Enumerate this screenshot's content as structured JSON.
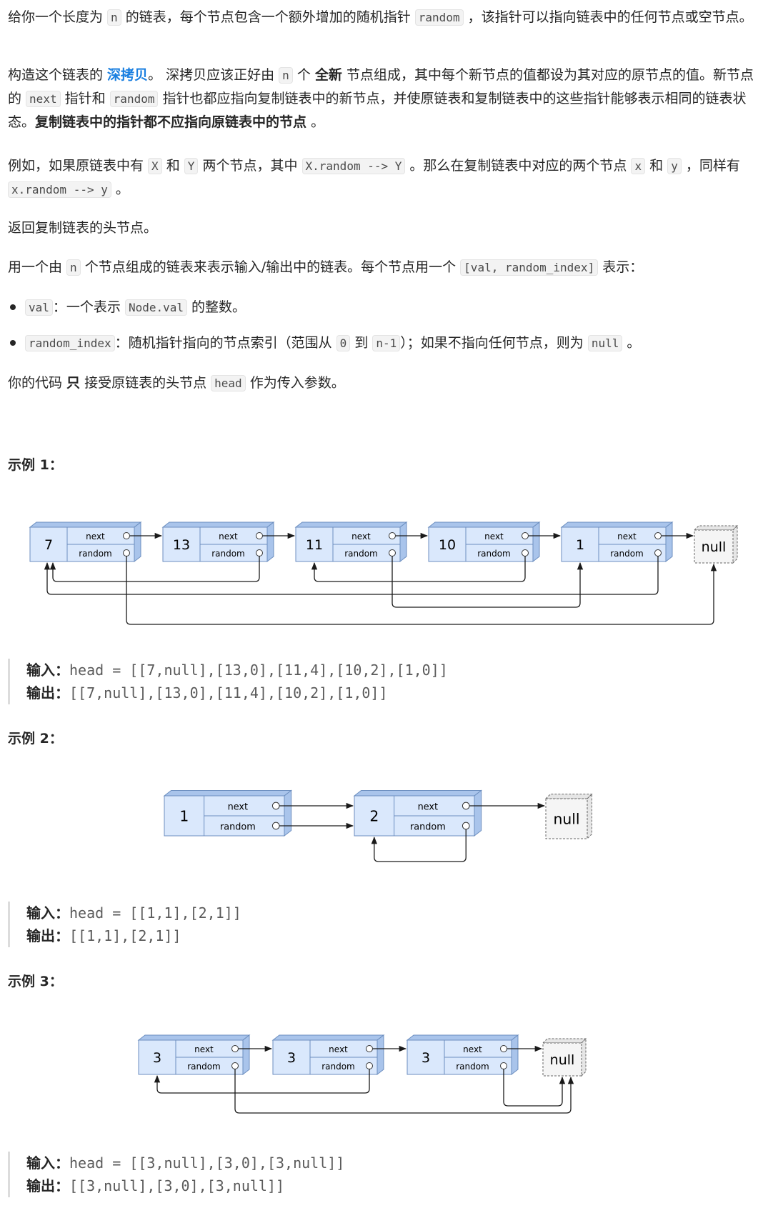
{
  "intro": {
    "p1": {
      "a": "给你一个长度为 ",
      "n": "n",
      "b": " 的链表，每个节点包含一个额外增加的随机指针 ",
      "random": "random",
      "c": " ，该指针可以指向链表中的任何节点或空节点。"
    },
    "p2": {
      "a": "构造这个链表的 ",
      "link": "深拷贝",
      "b": "。 深拷贝应该正好由 ",
      "n": "n",
      "c": " 个 ",
      "bold1": "全新",
      "d": " 节点组成，其中每个新节点的值都设为其对应的原节点的值。新节点的 ",
      "next": "next",
      "e": " 指针和 ",
      "random": "random",
      "f": " 指针也都应指向复制链表中的新节点，并使原链表和复制链表中的这些指针能够表示相同的链表状态。",
      "bold2": "复制链表中的指针都不应指向原链表中的节点",
      "g": " 。"
    },
    "p3": {
      "a": "例如，如果原链表中有 ",
      "X": "X",
      "b": " 和 ",
      "Y": "Y",
      "c": " 两个节点，其中 ",
      "xr": "X.random --> Y",
      "d": " 。那么在复制链表中对应的两个节点 ",
      "x": "x",
      "e": " 和 ",
      "y": "y",
      "f": " ，同样有 ",
      "xr2": "x.random --> y",
      "g": " 。"
    },
    "p4": "返回复制链表的头节点。",
    "p5": {
      "a": "用一个由 ",
      "n": "n",
      "b": " 个节点组成的链表来表示输入/输出中的链表。每个节点用一个 ",
      "pair": "[val, random_index]",
      "c": " 表示："
    },
    "bullet1": {
      "code": "val",
      "a": "：一个表示 ",
      "code2": "Node.val",
      "b": " 的整数。"
    },
    "bullet2": {
      "code": "random_index",
      "a": "：随机指针指向的节点索引（范围从 ",
      "zero": "0",
      "b": " 到 ",
      "nm1": "n-1",
      "c": "）；如果不指向任何节点，则为 ",
      "null": "null",
      "d": " 。"
    },
    "p6": {
      "a": "你的代码 ",
      "bold": "只",
      "b": " 接受原链表的头节点 ",
      "head": "head",
      "c": " 作为传入参数。"
    }
  },
  "labels": {
    "next": "next",
    "random": "random",
    "null": "null",
    "input": "输入：",
    "output": "输出："
  },
  "examples": [
    {
      "title": "示例 1：",
      "nodes": [
        "7",
        "13",
        "11",
        "10",
        "1"
      ],
      "input": "head = [[7,null],[13,0],[11,4],[10,2],[1,0]]",
      "output": "[[7,null],[13,0],[11,4],[10,2],[1,0]]"
    },
    {
      "title": "示例 2：",
      "nodes": [
        "1",
        "2"
      ],
      "input": "head = [[1,1],[2,1]]",
      "output": "[[1,1],[2,1]]"
    },
    {
      "title": "示例 3：",
      "nodes": [
        "3",
        "3",
        "3"
      ],
      "input": "head = [[3,null],[3,0],[3,null]]",
      "output": "[[3,null],[3,0],[3,null]]"
    }
  ],
  "colors": {
    "node_fill": "#dae8fc",
    "node_side": "#a9c4eb",
    "node_stroke": "#6c8ebf",
    "null_fill": "#f5f5f5",
    "null_stroke": "#666666",
    "link": "#1a7fe0"
  }
}
